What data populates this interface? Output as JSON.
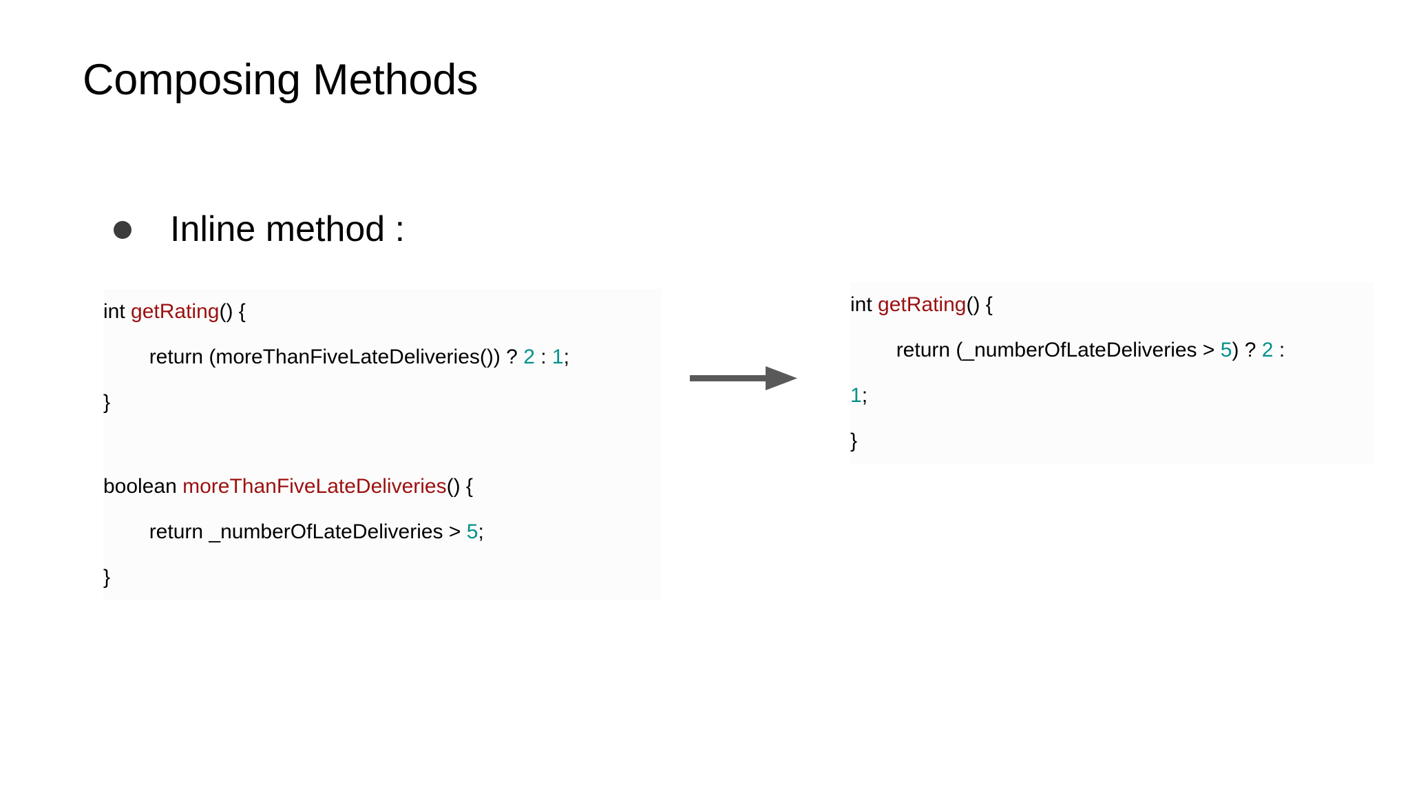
{
  "slide": {
    "title": "Composing Methods",
    "bullet": {
      "marker": "bullet-dot",
      "label": "Inline method :"
    },
    "background_color": "#ffffff"
  },
  "colors": {
    "text": "#000000",
    "identifier_red": "#9c1010",
    "number_teal": "#00918a",
    "arrow_gray": "#595959",
    "bullet_gray": "#3c3c3c",
    "panel_bg": "#fcfcfc"
  },
  "arrow": {
    "icon": "arrow-right-icon",
    "direction": "right",
    "color": "#595959"
  },
  "code_before": {
    "title": "before-refactoring-code",
    "lines": [
      {
        "indent": 0,
        "tokens": [
          {
            "text": "int ",
            "type": "plain"
          },
          {
            "text": "getRating",
            "type": "identifier"
          },
          {
            "text": "() {",
            "type": "plain"
          }
        ]
      },
      {
        "indent": 1,
        "tokens": [
          {
            "text": "return (moreThanFiveLateDeliveries()) ? ",
            "type": "plain"
          },
          {
            "text": "2",
            "type": "number"
          },
          {
            "text": " : ",
            "type": "plain"
          },
          {
            "text": "1",
            "type": "number"
          },
          {
            "text": ";",
            "type": "plain"
          }
        ]
      },
      {
        "indent": 0,
        "tokens": [
          {
            "text": "}",
            "type": "plain"
          }
        ]
      },
      {
        "indent": 0,
        "blank": true,
        "tokens": []
      },
      {
        "indent": 0,
        "tokens": [
          {
            "text": "boolean ",
            "type": "plain"
          },
          {
            "text": "moreThanFiveLateDeliveries",
            "type": "identifier"
          },
          {
            "text": "() {",
            "type": "plain"
          }
        ]
      },
      {
        "indent": 1,
        "tokens": [
          {
            "text": "return _numberOfLateDeliveries > ",
            "type": "plain"
          },
          {
            "text": "5",
            "type": "number"
          },
          {
            "text": ";",
            "type": "plain"
          }
        ]
      },
      {
        "indent": 0,
        "tokens": [
          {
            "text": "}",
            "type": "plain"
          }
        ]
      }
    ]
  },
  "code_after": {
    "title": "after-refactoring-code",
    "lines": [
      {
        "indent": 0,
        "tokens": [
          {
            "text": "int ",
            "type": "plain"
          },
          {
            "text": "getRating",
            "type": "identifier"
          },
          {
            "text": "() {",
            "type": "plain"
          }
        ]
      },
      {
        "indent": 1,
        "tokens": [
          {
            "text": "return (_numberOfLateDeliveries > ",
            "type": "plain"
          },
          {
            "text": "5",
            "type": "number"
          },
          {
            "text": ") ? ",
            "type": "plain"
          },
          {
            "text": "2",
            "type": "number"
          },
          {
            "text": " : ",
            "type": "plain"
          }
        ]
      },
      {
        "indent": 0,
        "tokens": [
          {
            "text": "1",
            "type": "number"
          },
          {
            "text": ";",
            "type": "plain"
          }
        ]
      },
      {
        "indent": 0,
        "tokens": [
          {
            "text": "}",
            "type": "plain"
          }
        ]
      }
    ]
  }
}
